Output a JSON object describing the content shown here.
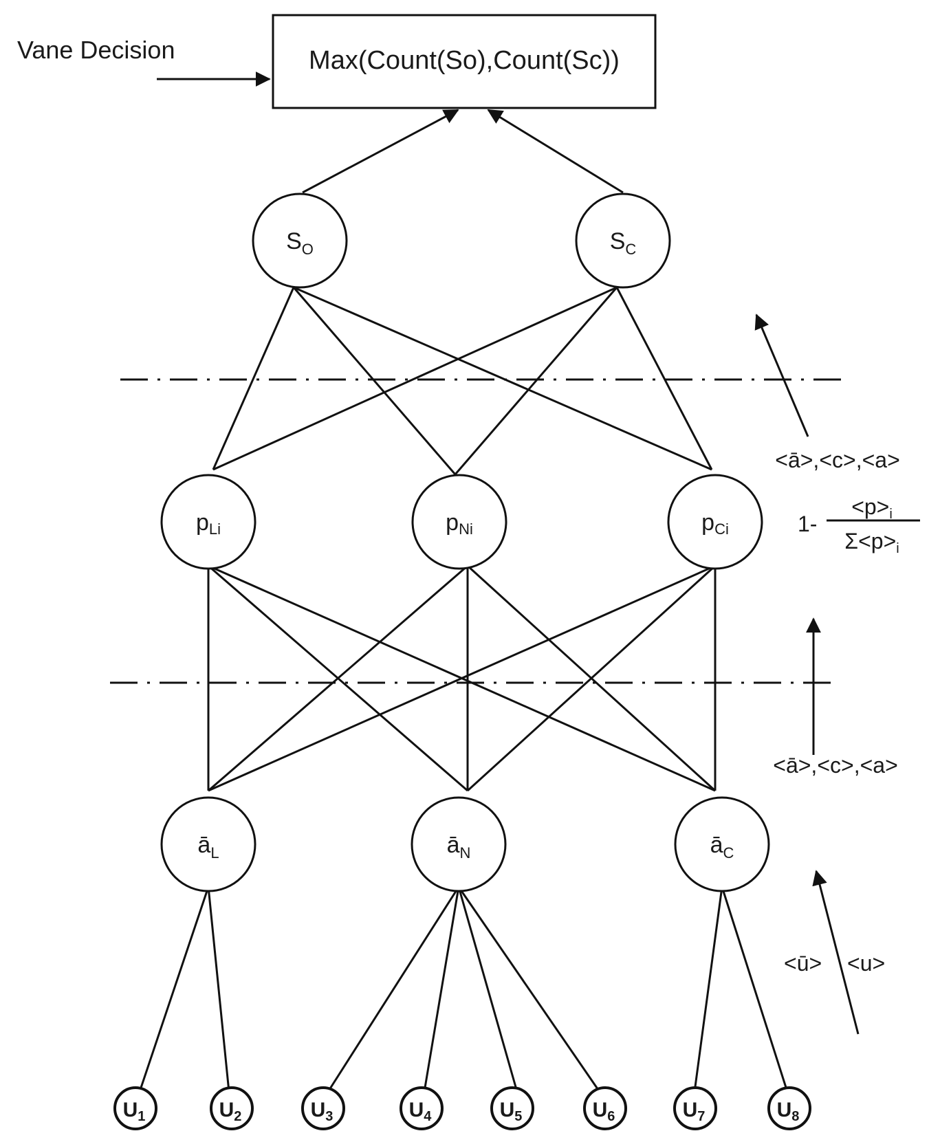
{
  "vane_label": "Vane Decision",
  "decision_box": "Max(Count(So),Count(Sc))",
  "nodes": {
    "so": {
      "base": "S",
      "sub": "O"
    },
    "sc": {
      "base": "S",
      "sub": "C"
    },
    "pli": {
      "base": "p",
      "sub": "Li"
    },
    "pni": {
      "base": "p",
      "sub": "Ni"
    },
    "pci": {
      "base": "p",
      "sub": "Ci"
    },
    "al": {
      "base": "ā",
      "sub": "L"
    },
    "an": {
      "base": "ā",
      "sub": "N"
    },
    "ac": {
      "base": "ā",
      "sub": "C"
    }
  },
  "inputs": [
    {
      "base": "U",
      "sub": "1"
    },
    {
      "base": "U",
      "sub": "2"
    },
    {
      "base": "U",
      "sub": "3"
    },
    {
      "base": "U",
      "sub": "4"
    },
    {
      "base": "U",
      "sub": "5"
    },
    {
      "base": "U",
      "sub": "6"
    },
    {
      "base": "U",
      "sub": "7"
    },
    {
      "base": "U",
      "sub": "8"
    }
  ],
  "annotations": {
    "upper_features": "<ā>,<c>,<a>",
    "formula_prefix": "1-",
    "formula_num": "<p>",
    "formula_num_sub": "i",
    "formula_den": "Σ<p>",
    "formula_den_sub": "i",
    "lower_features": "<ā>,<c>,<a>",
    "input_left": "<ū>",
    "input_right": "<u>"
  }
}
